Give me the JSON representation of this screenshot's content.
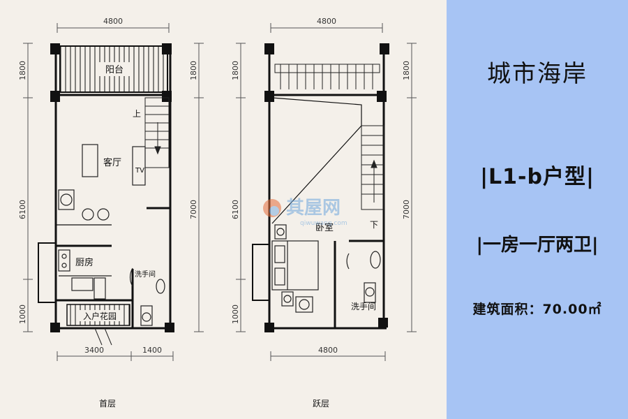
{
  "floor_plans": {
    "ground": {
      "caption": "首层",
      "rooms": {
        "balcony": "阳台",
        "living": "客厅",
        "kitchen": "厨房",
        "bath": "洗手间",
        "entry_garden": "入户花园"
      },
      "stair_up": "上",
      "tv": "TV",
      "dims": {
        "top": "4800",
        "left_upper": "1800",
        "left_mid": "6100",
        "left_lower": "1000",
        "right_upper": "1800",
        "right_lower": "7000",
        "bottom_left": "3400",
        "bottom_right": "1400"
      }
    },
    "loft": {
      "caption": "跃层",
      "rooms": {
        "bedroom": "卧室",
        "bath": "洗手间"
      },
      "stair_down": "下",
      "dims": {
        "top": "4800",
        "left_upper": "1800",
        "left_mid": "6100",
        "left_lower": "1000",
        "right_upper": "1800",
        "right_lower": "7000",
        "bottom": "4800"
      }
    }
  },
  "watermark": {
    "brand": "其屋网",
    "url": "qiwuwang.com"
  },
  "info": {
    "project_name": "城市海岸",
    "unit_type": "|L1-b户型|",
    "layout": "|一房一厅两卫|",
    "area": "建筑面积：70.00㎡"
  },
  "colors": {
    "side_panel": "#a7c4f4",
    "plan_bg": "#f4f0ea",
    "wall": "#111111"
  }
}
